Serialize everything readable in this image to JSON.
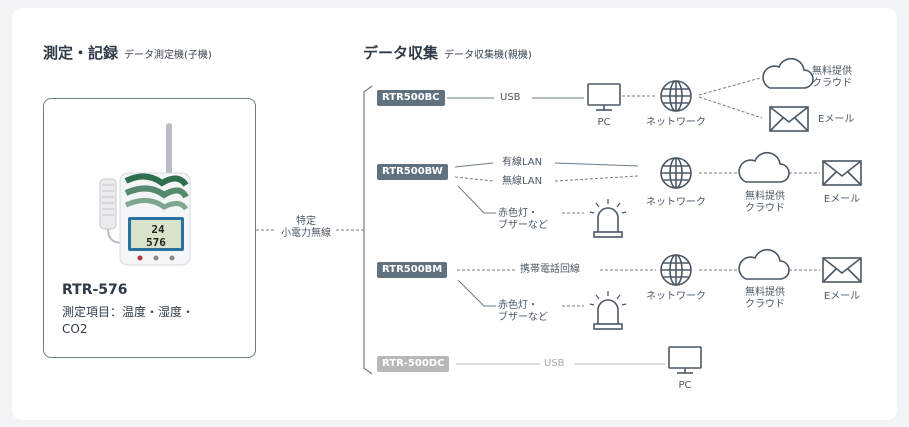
{
  "left_section": {
    "title": "測定・記録",
    "subtitle": "データ測定機(子機)"
  },
  "right_section": {
    "title": "データ収集",
    "subtitle": "データ収集機(親機)"
  },
  "device": {
    "model": "RTR-576",
    "description_line1": "測定項目：温度・湿度・",
    "description_line2": "CO2",
    "lcd_line1": "24",
    "lcd_line2": "576"
  },
  "link_label_line1": "特定",
  "link_label_line2": "小電力無線",
  "rows": [
    {
      "badge": "RTR500BC",
      "conn": "USB",
      "pc": "PC",
      "network": "ネットワーク",
      "cloud_line1": "無料提供",
      "cloud_line2": "クラウド",
      "email": "Eメール"
    },
    {
      "badge": "RTR500BW",
      "conn1": "有線LAN",
      "conn2": "無線LAN",
      "network": "ネットワーク",
      "cloud_line1": "無料提供",
      "cloud_line2": "クラウド",
      "email": "Eメール",
      "alarm_line1": "赤色灯・",
      "alarm_line2": "ブザーなど"
    },
    {
      "badge": "RTR500BM",
      "conn": "携帯電話回線",
      "network": "ネットワーク",
      "cloud_line1": "無料提供",
      "cloud_line2": "クラウド",
      "email": "Eメール",
      "alarm_line1": "赤色灯・",
      "alarm_line2": "ブザーなど"
    },
    {
      "badge": "RTR-500DC",
      "conn": "USB",
      "pc": "PC"
    }
  ],
  "colors": {
    "badge": "#607180",
    "badge_disabled": "#b8b8b8",
    "line": "#6d7b88"
  }
}
